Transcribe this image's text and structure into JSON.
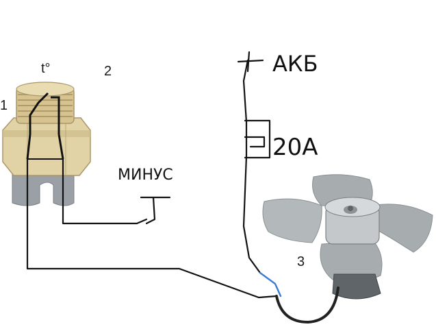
{
  "labels": {
    "sensor_number": "1",
    "temp_symbol": "t°",
    "relay_number": "2",
    "fan_number": "3",
    "battery_plus": "+",
    "battery_label": "АКБ",
    "fuse_label": "20А",
    "minus_label": "МИНУС"
  },
  "colors": {
    "wire": "#111111",
    "wire_blue": "#3a7bd5",
    "brass": "#d8c79a",
    "brass_dark": "#a9966a",
    "plastic_gray": "#9aa0a6",
    "fan_gray": "#a7acaf",
    "fan_dark": "#6e7478"
  }
}
